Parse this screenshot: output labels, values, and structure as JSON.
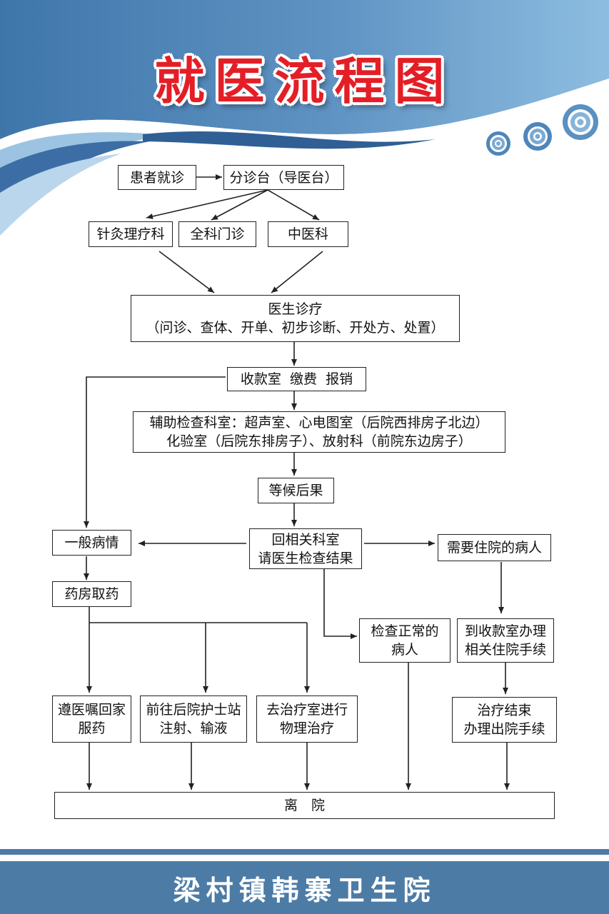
{
  "title": "就医流程图",
  "footer": "梁村镇韩寨卫生院",
  "colors": {
    "title_red": "#e41e26",
    "banner_blue": "#4c7ca6",
    "line": "#222222"
  },
  "nodes": {
    "patient_visit": "患者就诊",
    "triage_desk": "分诊台（导医台）",
    "acupuncture": "针灸理疗科",
    "general_clinic": "全科门诊",
    "tcm": "中医科",
    "doctor_title": "医生诊疗",
    "doctor_detail": "（问诊、查体、开单、初步诊断、开处方、处置）",
    "cashier": "收款室  缴费  报销",
    "aux_line1": "辅助检查科室：超声室、心电图室（后院西排房子北边）",
    "aux_line2": "化验室（后院东排房子）、放射科（前院东边房子）",
    "wait_results": "等候后果",
    "return_line1": "回相关科室",
    "return_line2": "请医生检查结果",
    "general_illness": "一般病情",
    "inpatient_needed": "需要住院的病人",
    "pharmacy": "药房取药",
    "normal_line1": "检查正常的",
    "normal_line2": "病人",
    "admission_line1": "到收款室办理",
    "admission_line2": "相关住院手续",
    "home_med_line1": "遵医嘱回家",
    "home_med_line2": "服药",
    "nurse_line1": "前往后院护士站",
    "nurse_line2": "注射、输液",
    "therapy_line1": "去治疗室进行",
    "therapy_line2": "物理治疗",
    "discharge_line1": "治疗结束",
    "discharge_line2": "办理出院手续",
    "leave": "离　院"
  }
}
